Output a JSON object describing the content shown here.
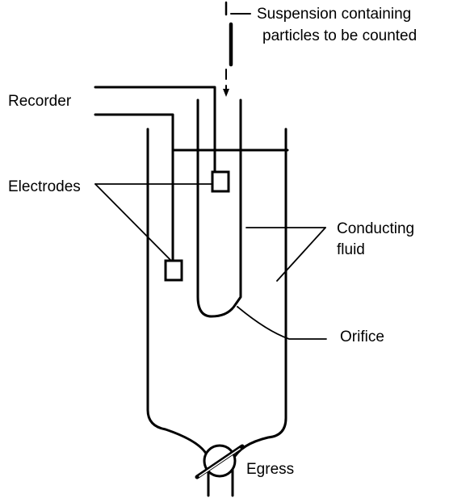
{
  "labels": {
    "suspension_line1": "Suspension  containing",
    "suspension_line2": "particles to be counted",
    "recorder": "Recorder",
    "electrodes": "Electrodes",
    "conducting_line1": "Conducting",
    "conducting_line2": "fluid",
    "orifice": "Orifice",
    "egress": "Egress"
  }
}
